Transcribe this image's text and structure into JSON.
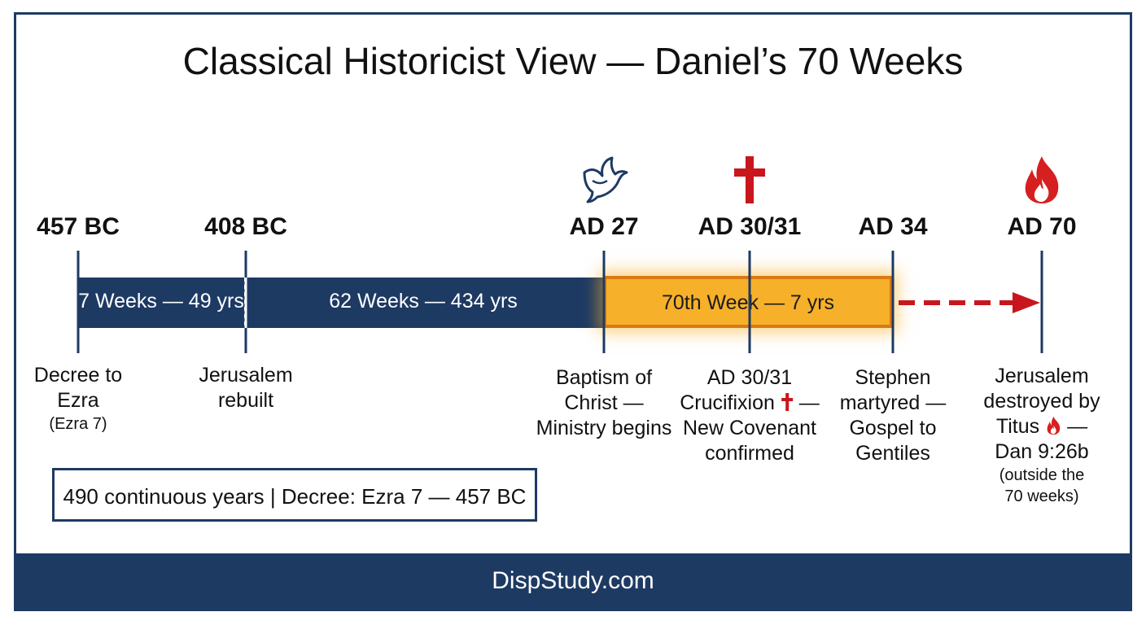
{
  "title": "Classical Historicist View — Daniel’s 70 Weeks",
  "footer": "DispStudy.com",
  "years": {
    "y457": "457 BC",
    "y408": "408 BC",
    "y27": "AD 27",
    "y30": "AD 30/31",
    "y34": "AD 34",
    "y70": "AD 70"
  },
  "segments": {
    "seven": "7 Weeks — 49 yrs",
    "sixtytwo": "62 Weeks — 434 yrs",
    "seventieth": "70th Week — 7 yrs"
  },
  "captions": {
    "decree": [
      "Decree to",
      "Ezra",
      "(Ezra 7)"
    ],
    "rebuilt": [
      "Jerusalem",
      "rebuilt"
    ],
    "baptism": [
      "Baptism of",
      "Christ —",
      "Ministry begins"
    ],
    "crucifixion": [
      "AD 30/31",
      "Crucifixion",
      " —",
      "New Covenant",
      "confirmed"
    ],
    "stephen": [
      "Stephen",
      "martyred —",
      "Gospel to",
      "Gentiles"
    ],
    "jerusalem": [
      "Jerusalem",
      "destroyed by",
      "Titus",
      " —",
      "Dan 9:26b",
      "(outside the",
      "70 weeks)"
    ]
  },
  "summary": "490 continuous years | Decree: Ezra 7 — 457 BC",
  "icons": {
    "baptism": "dove-icon",
    "crucifixion": "cross-icon",
    "destruction": "flame-icon"
  },
  "colors": {
    "navy": "#1d3a63",
    "gold": "#f7b02a",
    "red": "#c8161d"
  }
}
